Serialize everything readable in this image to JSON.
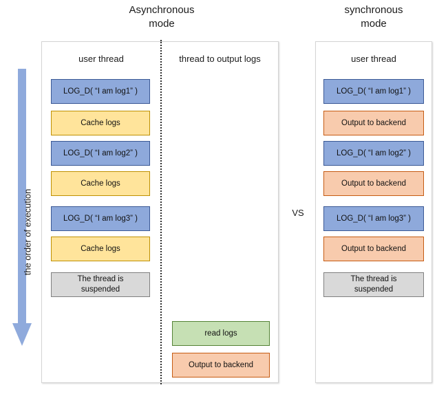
{
  "titles": {
    "async": "Asynchronous\nmode",
    "sync": "synchronous\nmode"
  },
  "vs_label": "VS",
  "order_arrow": {
    "label": "the order of execution",
    "color": "#8FAADC",
    "direction": "down"
  },
  "async_panel": {
    "columns": [
      {
        "header": "user thread",
        "steps": [
          {
            "label": "LOG_D( “I am log1” )",
            "style": "blue"
          },
          {
            "label": "Cache logs",
            "style": "yellow"
          },
          {
            "label": "LOG_D( “I am log2” )",
            "style": "blue"
          },
          {
            "label": "Cache logs",
            "style": "yellow"
          },
          {
            "label": "LOG_D( “I am log3” )",
            "style": "blue"
          },
          {
            "label": "Cache logs",
            "style": "yellow"
          },
          {
            "label": "The thread is\nsuspended",
            "style": "gray"
          }
        ]
      },
      {
        "header": "thread to output logs",
        "steps": [
          {
            "label": "read logs",
            "style": "green"
          },
          {
            "label": "Output to backend",
            "style": "orange"
          }
        ]
      }
    ]
  },
  "sync_panel": {
    "columns": [
      {
        "header": "user thread",
        "steps": [
          {
            "label": "LOG_D( “I am log1” )",
            "style": "blue"
          },
          {
            "label": "Output to backend",
            "style": "orange"
          },
          {
            "label": "LOG_D( “I am log2” )",
            "style": "blue"
          },
          {
            "label": "Output to backend",
            "style": "orange"
          },
          {
            "label": "LOG_D( “I am log3” )",
            "style": "blue"
          },
          {
            "label": "Output to backend",
            "style": "orange"
          },
          {
            "label": "The thread is\nsuspended",
            "style": "gray"
          }
        ]
      }
    ]
  },
  "colors": {
    "blue_fill": "#8EA9DB",
    "blue_border": "#3A5894",
    "yellow_fill": "#FFE49B",
    "yellow_border": "#BF9000",
    "gray_fill": "#D9D9D9",
    "gray_border": "#7F7F7F",
    "green_fill": "#C6E0B4",
    "green_border": "#548235",
    "orange_fill": "#F8CBAD",
    "orange_border": "#C55A11",
    "panel_border": "#D4D4D4",
    "divider": "#2B2B2B"
  }
}
